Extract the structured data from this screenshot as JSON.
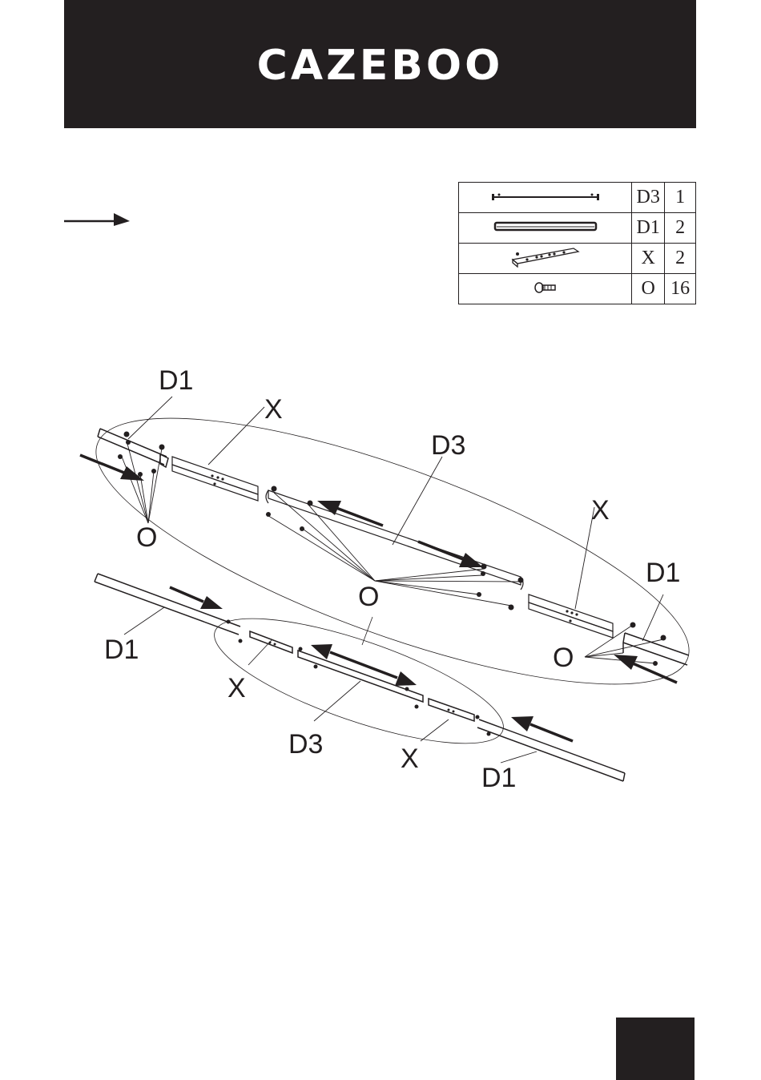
{
  "brand": {
    "logo_text": "CAZEBOO"
  },
  "parts_table": {
    "rows": [
      {
        "icon": "d3-bar-icon",
        "code": "D3",
        "qty": "1"
      },
      {
        "icon": "d1-rail-icon",
        "code": "D1",
        "qty": "2"
      },
      {
        "icon": "x-bracket-icon",
        "code": "X",
        "qty": "2"
      },
      {
        "icon": "o-bolt-icon",
        "code": "O",
        "qty": "16"
      }
    ]
  },
  "diagram": {
    "labels": {
      "d1_top_left": "D1",
      "x_top_left": "X",
      "d3_top": "D3",
      "o_left": "O",
      "x_top_right": "X",
      "d1_top_right": "D1",
      "o_center": "O",
      "o_right": "O",
      "d1_bottom_left": "D1",
      "x_bottom_left": "X",
      "d3_bottom": "D3",
      "x_bottom_right": "X",
      "d1_bottom_right": "D1"
    }
  }
}
